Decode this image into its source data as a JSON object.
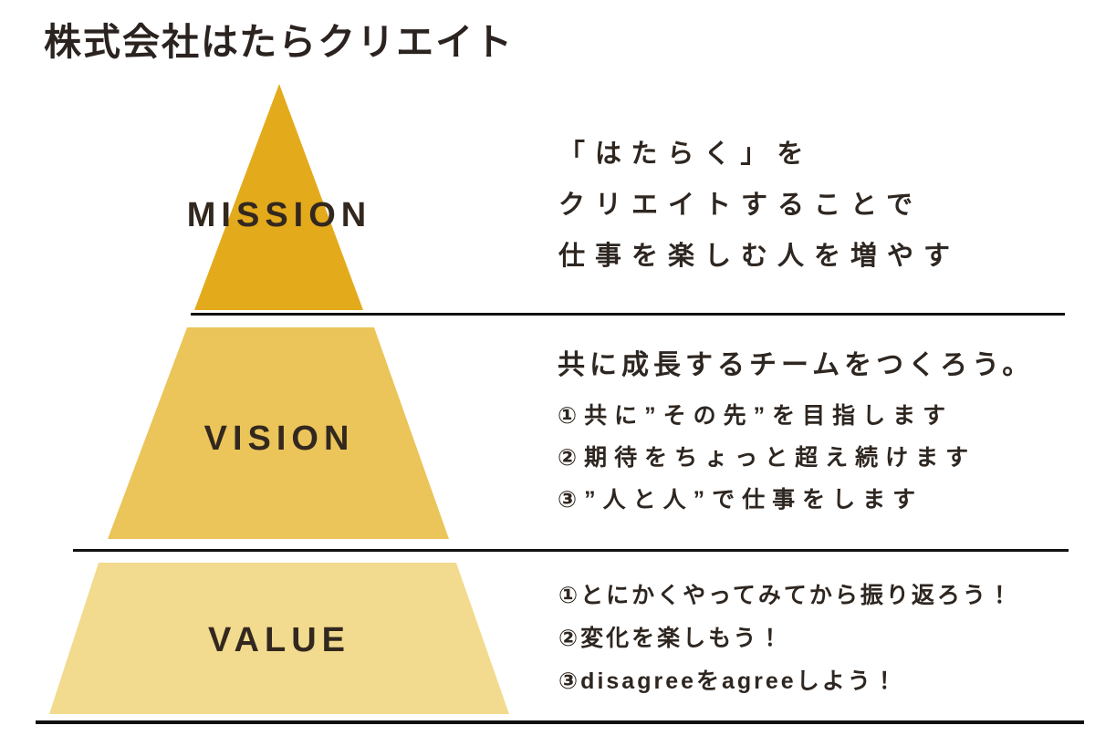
{
  "header": {
    "company_name": "株式会社はたらクリエイト"
  },
  "pyramid": {
    "levels": [
      {
        "label": "MISSION",
        "color": "#E3AA1C"
      },
      {
        "label": "VISION",
        "color": "#EBC55A"
      },
      {
        "label": "VALUE",
        "color": "#F2DB8E"
      }
    ]
  },
  "mission": {
    "lines": [
      "「はたらく」を",
      "クリエイトすることで",
      "仕事を楽しむ人を増やす"
    ]
  },
  "vision": {
    "heading": "共に成長するチームをつくろう。",
    "items": [
      "①共に”その先”を目指します",
      "②期待をちょっと超え続けます",
      "③”人と人”で仕事をします"
    ]
  },
  "value": {
    "items": [
      "①とにかくやってみてから振り返ろう！",
      "②変化を楽しもう！",
      "③disagreeをagreeしよう！"
    ]
  },
  "colors": {
    "text": "#2E2620",
    "divider": "#111111",
    "background": "#FFFFFF"
  }
}
